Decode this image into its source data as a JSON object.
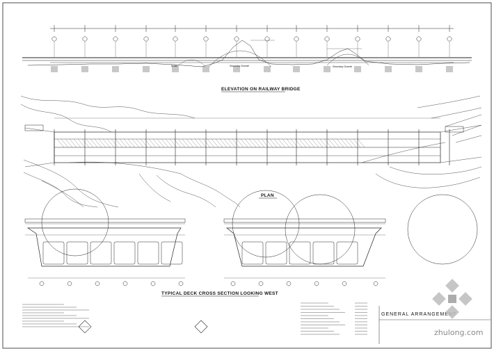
{
  "sheet": {
    "elevation_title": "ELEVATION ON RAILWAY BRIDGE",
    "plan_title": "PLAN",
    "section_title": "TYPICAL DECK CROSS SECTION LOOKING WEST",
    "elevation_labels": [
      "Nullah",
      "Secondary Channel",
      "Secondary Channel"
    ],
    "title_block": "GENERAL ARRANGEMENT",
    "watermark": "zhulong.com"
  }
}
